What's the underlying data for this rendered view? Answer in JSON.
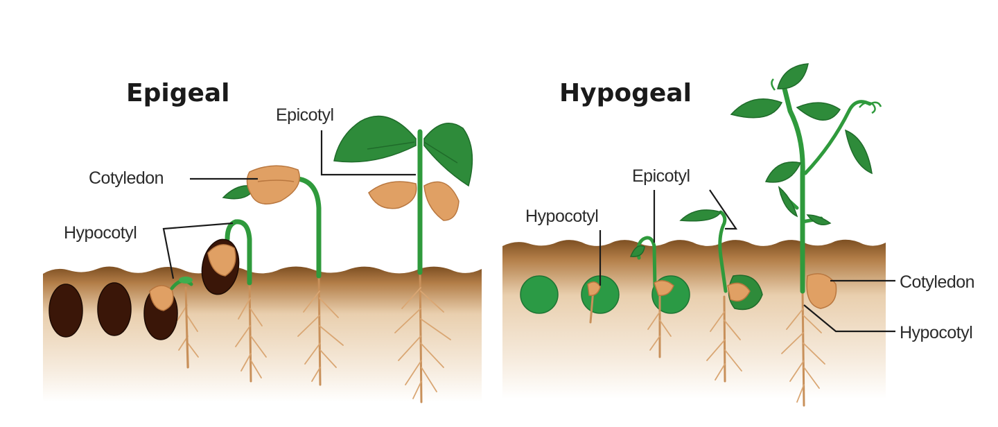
{
  "panels": {
    "epigeal": {
      "title": "Epigeal",
      "labels": {
        "epicotyl": "Epicotyl",
        "cotyledon": "Cotyledon",
        "hypocotyl": "Hypocotyl"
      }
    },
    "hypogeal": {
      "title": "Hypogeal",
      "labels": {
        "hypocotyl_top": "Hypocotyl",
        "epicotyl": "Epicotyl",
        "cotyledon": "Cotyledon",
        "hypocotyl_bottom": "Hypocotyl"
      }
    }
  },
  "colors": {
    "soil_dark": "#8a5a2b",
    "soil_light": "#f2e3cf",
    "stem_green": "#2f9a3c",
    "leaf_green": "#2e8b3a",
    "seed_brown": "#3a1608",
    "cotyledon_tan": "#e0a064",
    "root_tan": "#c8905a"
  }
}
